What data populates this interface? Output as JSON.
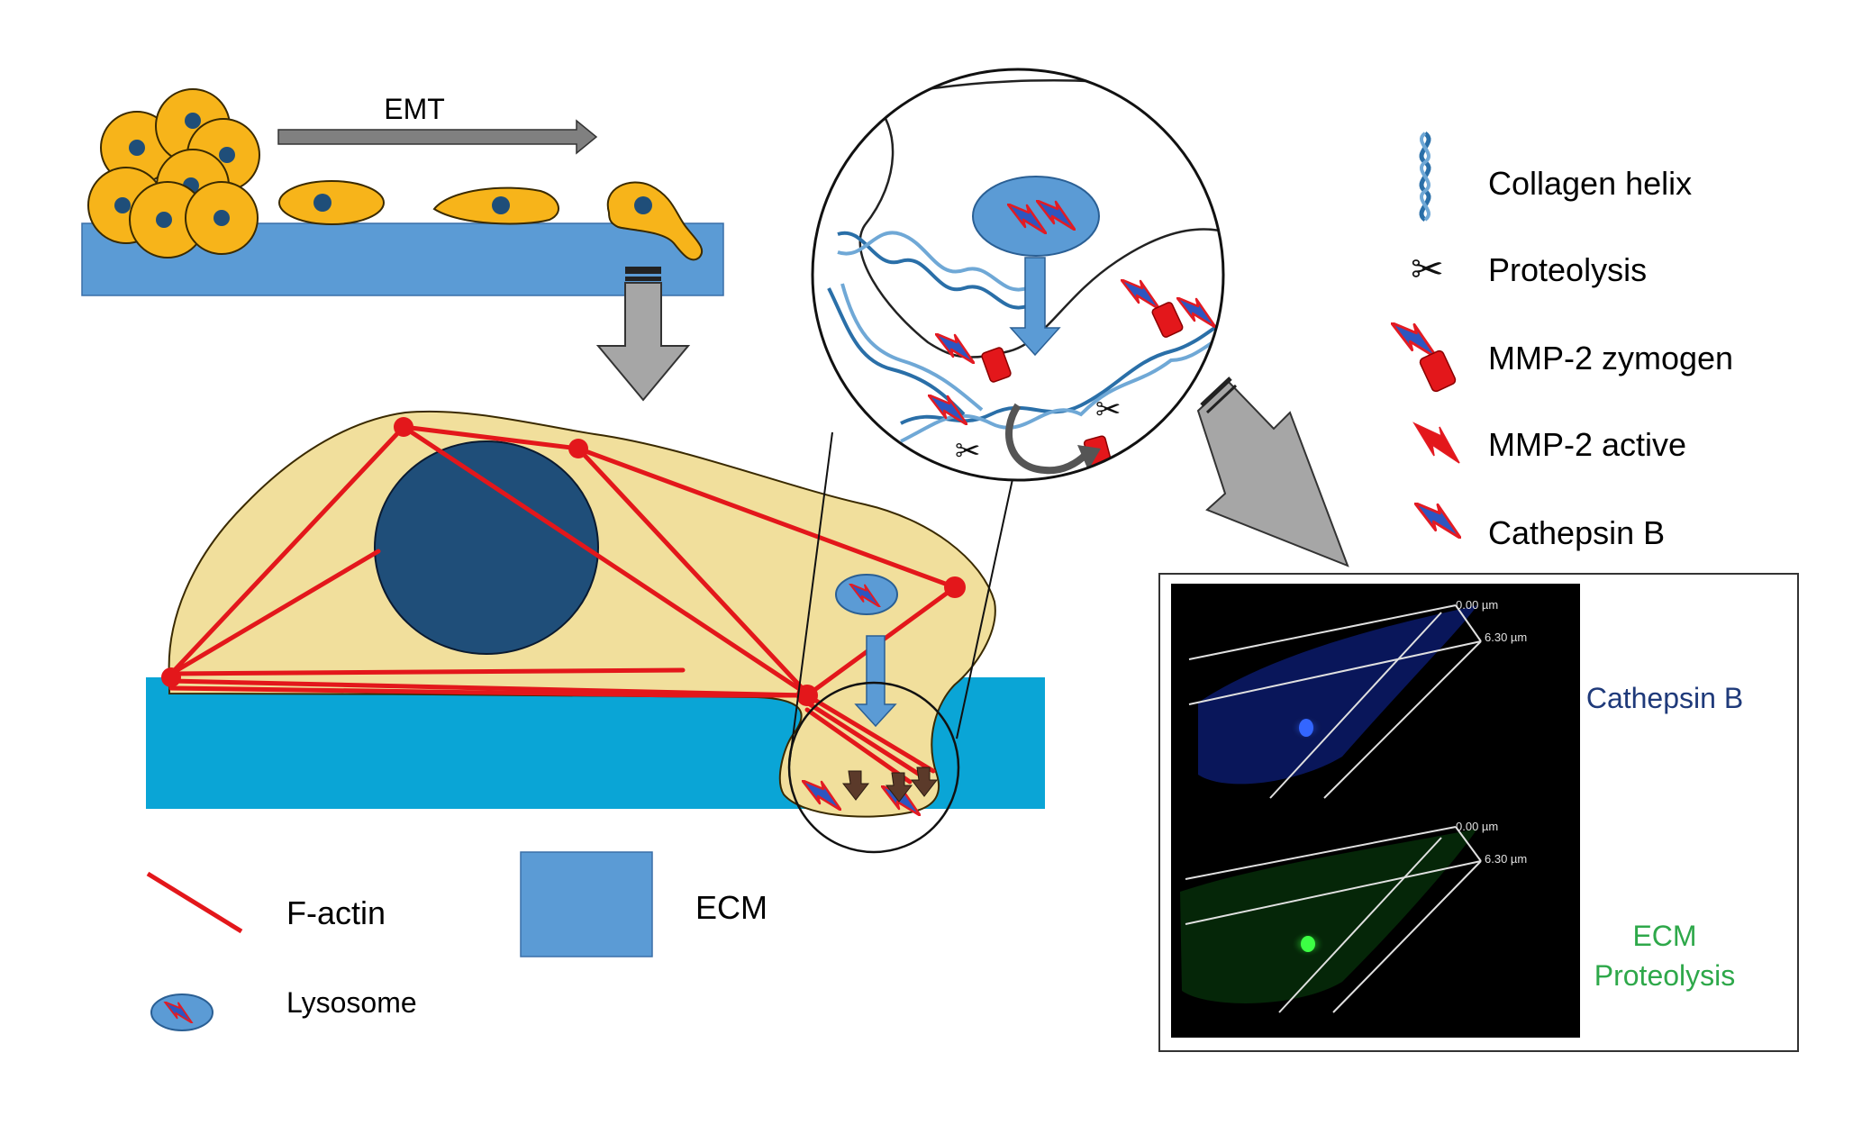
{
  "process": {
    "emt_label": "EMT"
  },
  "legend_left": {
    "factin_label": "F-actin",
    "lysosome_label": "Lysosome",
    "ecm_label": "ECM"
  },
  "legend_right": {
    "items": [
      {
        "label": "Collagen helix",
        "icon": "collagen-helix-icon"
      },
      {
        "label": "Proteolysis",
        "icon": "scissors-icon"
      },
      {
        "label": "MMP-2 zymogen",
        "icon": "mmp2-zymogen-icon"
      },
      {
        "label": "MMP-2 active",
        "icon": "mmp2-active-icon"
      },
      {
        "label": "Cathepsin B",
        "icon": "cathepsin-b-icon"
      }
    ]
  },
  "micrograph": {
    "top_scale": [
      "0.00 µm",
      "6.30 µm"
    ],
    "bottom_scale": [
      "0.00 µm",
      "6.30 µm"
    ],
    "channel_blue": "Cathepsin B",
    "channel_green_line1": "ECM",
    "channel_green_line2": "Proteolysis"
  },
  "colors": {
    "ecm_top": "#5b9bd5",
    "ecm_bottom": "#0aa5d6",
    "cell_orange": "#f7b41a",
    "cell_body": "#f1df9c",
    "nucleus": "#1f4e79",
    "factin": "#e3171b",
    "arrow_gray": "#a6a6a6",
    "label_blue": "#1f3a7a",
    "label_green": "#2ea84a"
  }
}
